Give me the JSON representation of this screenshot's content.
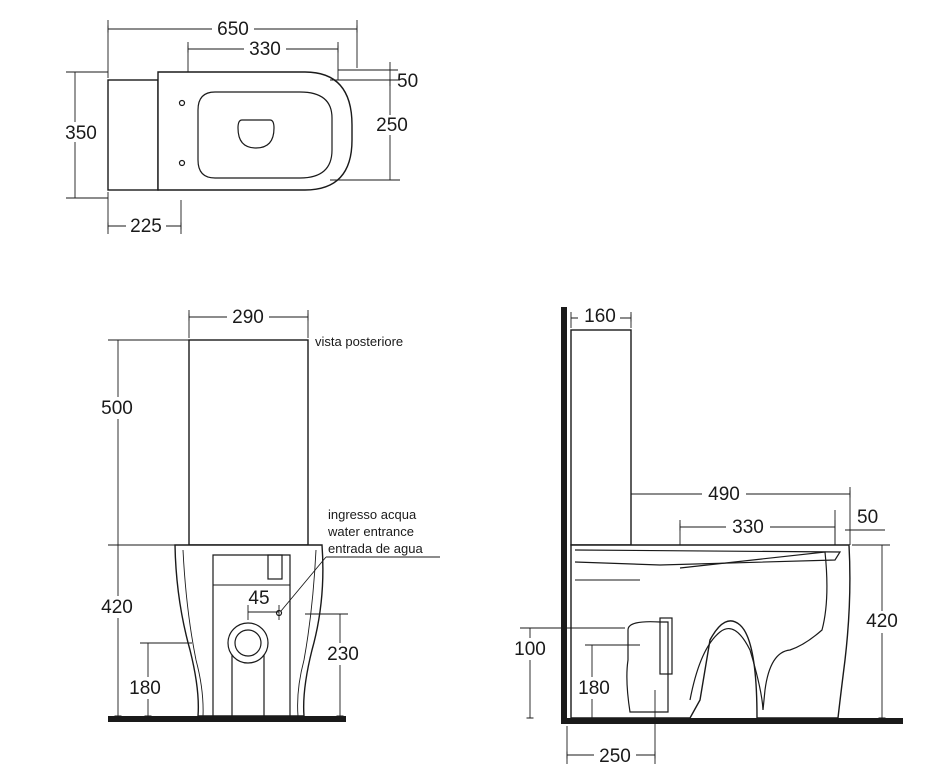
{
  "top_view": {
    "overall_width": "650",
    "bowl_opening": "330",
    "front_offset": "50",
    "overall_depth": "350",
    "bowl_depth": "250",
    "fixing_distance": "225"
  },
  "rear_view": {
    "caption": "vista posteriore",
    "tank_width": "290",
    "tank_height": "500",
    "seat_height": "420",
    "inlet_offset": "45",
    "drain_height": "230",
    "floor_drain_height": "180",
    "water_inlet_it": "ingresso acqua",
    "water_inlet_en": "water entrance",
    "water_inlet_es": "entrada de agua"
  },
  "side_view": {
    "tank_depth": "160",
    "projection": "490",
    "bowl_opening": "330",
    "front_offset": "50",
    "seat_height": "420",
    "wall_outlet_height": "100",
    "floor_outlet_height": "180",
    "wall_distance": "250"
  }
}
